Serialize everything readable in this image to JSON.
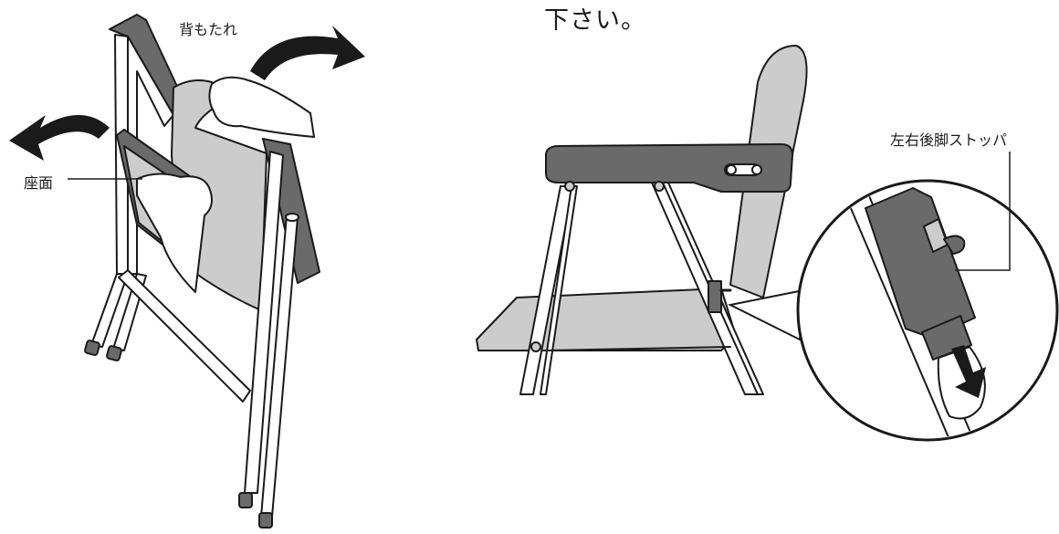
{
  "heading_fragment": "下さい。",
  "labels": {
    "backrest": "背もたれ",
    "seat": "座面",
    "rear_leg_stopper": "左右後脚ストッパ"
  },
  "colors": {
    "line": "#1a1a1a",
    "frame_fill": "#ffffff",
    "seat_gray": "#cccccc",
    "dark_gray": "#6a6a6a",
    "arrow": "#1a1a1a"
  },
  "icons": [
    "folding-chair-folded",
    "folding-chair-unfolded",
    "hand",
    "curved-arrow",
    "stopper-detail-circle",
    "down-arrow"
  ]
}
